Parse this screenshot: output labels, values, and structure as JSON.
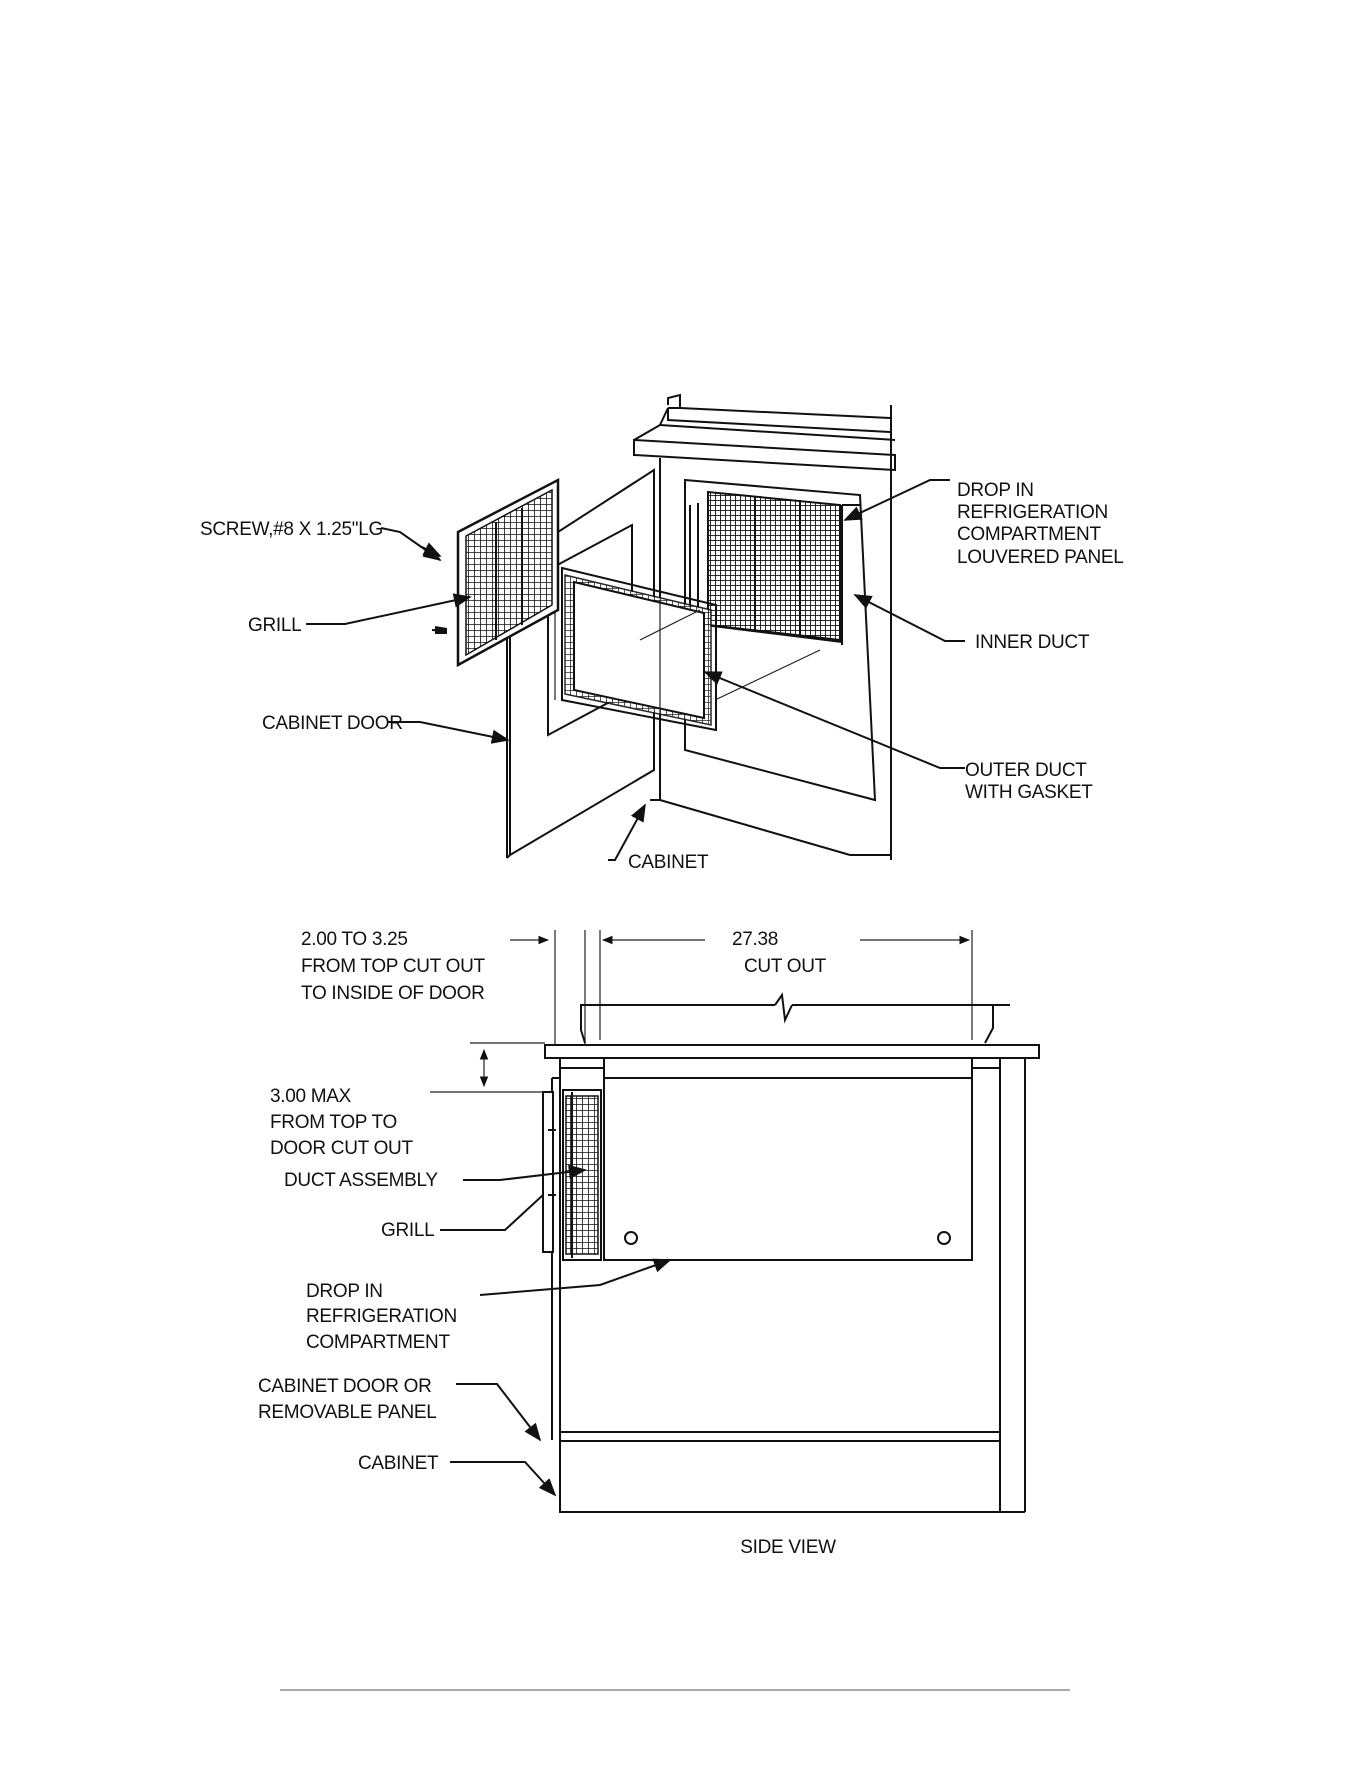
{
  "exploded_view": {
    "labels": {
      "screw": "SCREW,#8 X 1.25\"LG",
      "grill": "GRILL",
      "cabinet_door": "CABINET DOOR",
      "cabinet": "CABINET",
      "drop_in_line1": "DROP IN",
      "drop_in_line2": "REFRIGERATION",
      "drop_in_line3": "COMPARTMENT",
      "drop_in_line4": "LOUVERED PANEL",
      "inner_duct": "INNER DUCT",
      "outer_duct_line1": "OUTER DUCT",
      "outer_duct_line2": "WITH GASKET"
    }
  },
  "side_view": {
    "dim_top_line1": "2.00 TO 3.25",
    "dim_top_line2": "FROM TOP CUT OUT",
    "dim_top_line3": "TO INSIDE OF DOOR",
    "dim_cut_value": "27.38",
    "dim_cut_label": "CUT OUT",
    "dim_max_line1": "3.00  MAX",
    "dim_max_line2": "FROM TOP TO",
    "dim_max_line3": "DOOR CUT OUT",
    "duct_assembly": "DUCT ASSEMBLY",
    "grill": "GRILL",
    "drop_in_line1": "DROP IN",
    "drop_in_line2": "REFRIGERATION",
    "drop_in_line3": "COMPARTMENT",
    "door_panel_line1": "CABINET DOOR OR",
    "door_panel_line2": "REMOVABLE PANEL",
    "cabinet": "CABINET",
    "caption": "SIDE VIEW"
  },
  "colors": {
    "ink": "#111111",
    "paper": "#ffffff"
  }
}
